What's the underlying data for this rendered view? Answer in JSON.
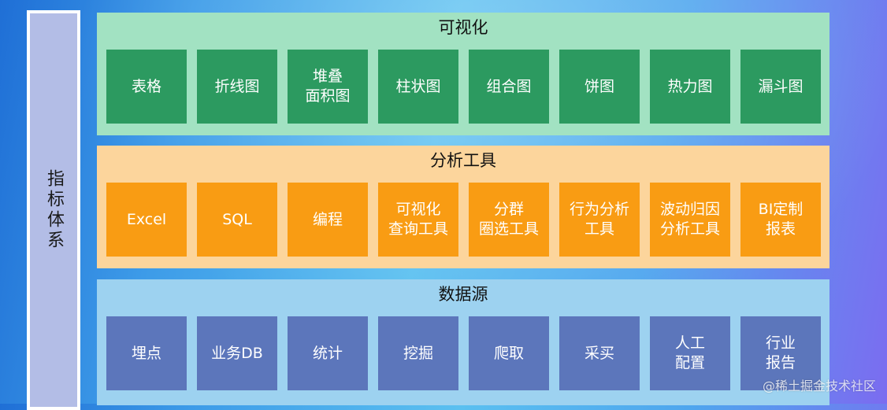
{
  "side": {
    "label": "指标体系"
  },
  "layers": [
    {
      "title": "可视化",
      "items": [
        {
          "lines": [
            "表格"
          ]
        },
        {
          "lines": [
            "折线图"
          ]
        },
        {
          "lines": [
            "堆叠",
            "面积图"
          ]
        },
        {
          "lines": [
            "柱状图"
          ]
        },
        {
          "lines": [
            "组合图"
          ]
        },
        {
          "lines": [
            "饼图"
          ]
        },
        {
          "lines": [
            "热力图"
          ]
        },
        {
          "lines": [
            "漏斗图"
          ]
        }
      ]
    },
    {
      "title": "分析工具",
      "items": [
        {
          "lines": [
            "Excel"
          ]
        },
        {
          "lines": [
            "SQL"
          ]
        },
        {
          "lines": [
            "编程"
          ]
        },
        {
          "lines": [
            "可视化",
            "查询工具"
          ]
        },
        {
          "lines": [
            "分群",
            "圈选工具"
          ]
        },
        {
          "lines": [
            "行为分析",
            "工具"
          ]
        },
        {
          "lines": [
            "波动归因",
            "分析工具"
          ]
        },
        {
          "lines": [
            "BI定制",
            "报表"
          ]
        }
      ]
    },
    {
      "title": "数据源",
      "items": [
        {
          "lines": [
            "埋点"
          ]
        },
        {
          "lines": [
            "业务DB"
          ]
        },
        {
          "lines": [
            "统计"
          ]
        },
        {
          "lines": [
            "挖掘"
          ]
        },
        {
          "lines": [
            "爬取"
          ]
        },
        {
          "lines": [
            "采买"
          ]
        },
        {
          "lines": [
            "人工",
            "配置"
          ]
        },
        {
          "lines": [
            "行业",
            "报告"
          ]
        }
      ]
    }
  ],
  "watermark": "@稀土掘金技术社区",
  "colors": {
    "viz_bg": "#a2e2c2",
    "viz_tile": "#2c9a60",
    "tools_bg": "#fcd59c",
    "tools_tile": "#f99c13",
    "data_bg": "#9dd2f0",
    "data_tile": "#5c76bb",
    "side_bg": "#b3bde6"
  }
}
